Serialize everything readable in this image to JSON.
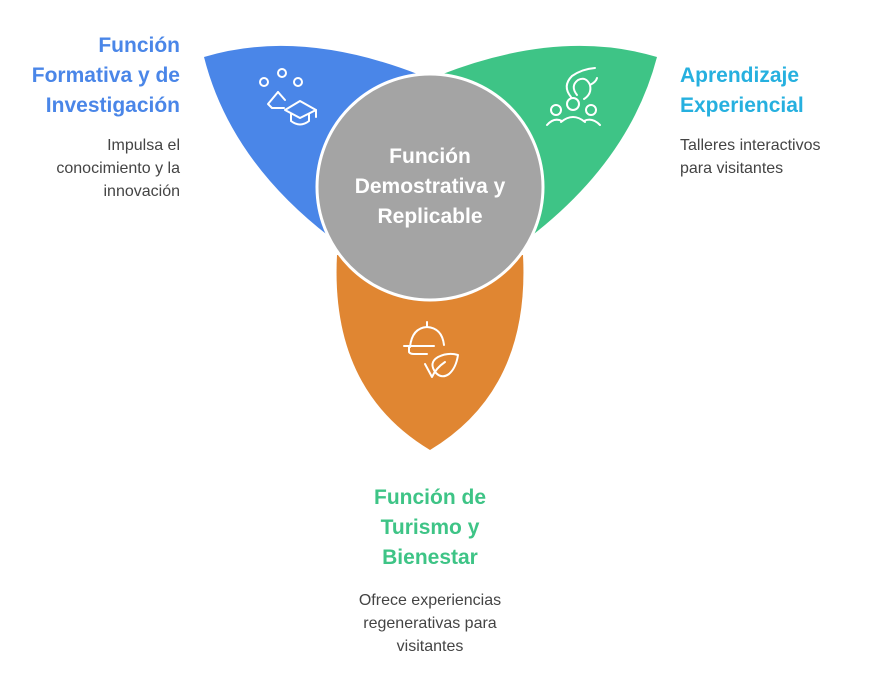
{
  "center": {
    "title": "Función Demostrativa y Replicable",
    "lines": [
      "Función",
      "Demostrativa y",
      "Replicable"
    ],
    "color": "#a4a4a4"
  },
  "petals": [
    {
      "id": "formativa",
      "title_lines": [
        "Función",
        "Formativa y de",
        "Investigación"
      ],
      "description_lines": [
        "Impulsa el",
        "conocimiento y la",
        "innovación"
      ],
      "petal_color": "#4a86e8",
      "title_color": "#4a86e8",
      "icon": "education-graduation-cap-icon"
    },
    {
      "id": "experiencial",
      "title_lines": [
        "Aprendizaje",
        "Experiencial"
      ],
      "description_lines": [
        "Talleres interactivos",
        "para visitantes"
      ],
      "petal_color": "#3ec486",
      "title_color": "#26b0df",
      "icon": "hand-over-group-icon"
    },
    {
      "id": "turismo",
      "title_lines": [
        "Función de",
        "Turismo y",
        "Bienestar"
      ],
      "description_lines": [
        "Ofrece experiencias",
        "regenerativas para",
        "visitantes"
      ],
      "petal_color": "#e08632",
      "title_color": "#3ec486",
      "icon": "food-cloche-leaf-icon"
    }
  ]
}
